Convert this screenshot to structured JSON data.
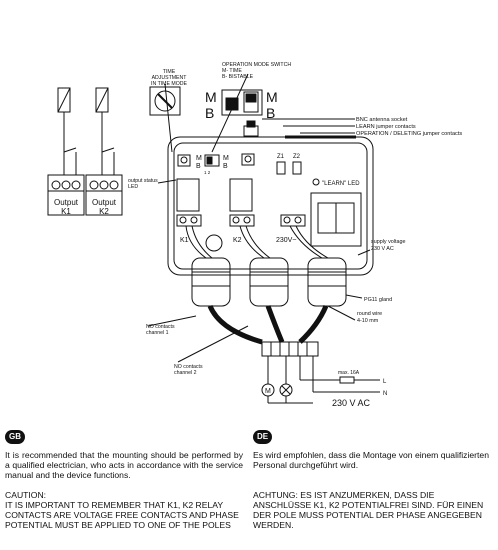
{
  "labels": {
    "time_adjust": "TIME\nADJUSTMENT\nIN TIME MODE",
    "op_switch": "OPERATION MODE SWITCH\nM- TIME\nB- BISTABLE",
    "m_big": "M",
    "b_big": "B",
    "m_big2": "M",
    "b_big2": "B",
    "bnc": "BNC antenna socket",
    "learn_jumper": "LEARN jumper contacts",
    "opdel_jumper": "OPERATION / DELETING jumper contacts",
    "z1": "Z1",
    "z2": "Z2",
    "learn_led": "\"LEARN\" LED",
    "output_status": "output status\nLED",
    "m_small1": "M",
    "b_small1": "B",
    "m_small2": "M",
    "b_small2": "B",
    "sw12": "1  2",
    "k1": "K1",
    "k2": "K2",
    "v230": "230V~",
    "supply": "supply voltage\n230 V AC",
    "pg11": "PG11 gland",
    "round_wire": "round wire\n4-10 mm",
    "no_ch1": "NO contacts\nchannel 1",
    "no_ch2": "NO contacts\nchannel 2",
    "output1": "Output\nK1",
    "output2": "Output\nK2",
    "fuse": "max. 16A",
    "L": "L",
    "N": "N",
    "v230ac": "230 V AC",
    "motor": "M"
  },
  "text": {
    "gb_badge": "GB",
    "de_badge": "DE",
    "gb_para": "It is recommended that the mounting should be performed by a qualified electrician, who acts in accordance with the service manual and the device functions.",
    "de_para": "Es wird empfohlen, dass die Montage von einem qualifizierten Personal durchgeführt wird.",
    "gb_caution": "CAUTION:\nIT IS IMPORTANT TO REMEMBER THAT K1, K2 RELAY CONTACTS ARE VOLTAGE FREE CONTACTS AND PHASE POTENTIAL MUST BE APPLIED TO ONE OF THE POLES",
    "de_caution": "ACHTUNG: ES IST ANZUMERKEN, DASS DIE ANSCHLÜSSE K1, K2 POTENTIALFREI SIND. FÜR EINEN DER POLE MUSS POTENTIAL DER PHASE ANGEGEBEN WERDEN."
  }
}
